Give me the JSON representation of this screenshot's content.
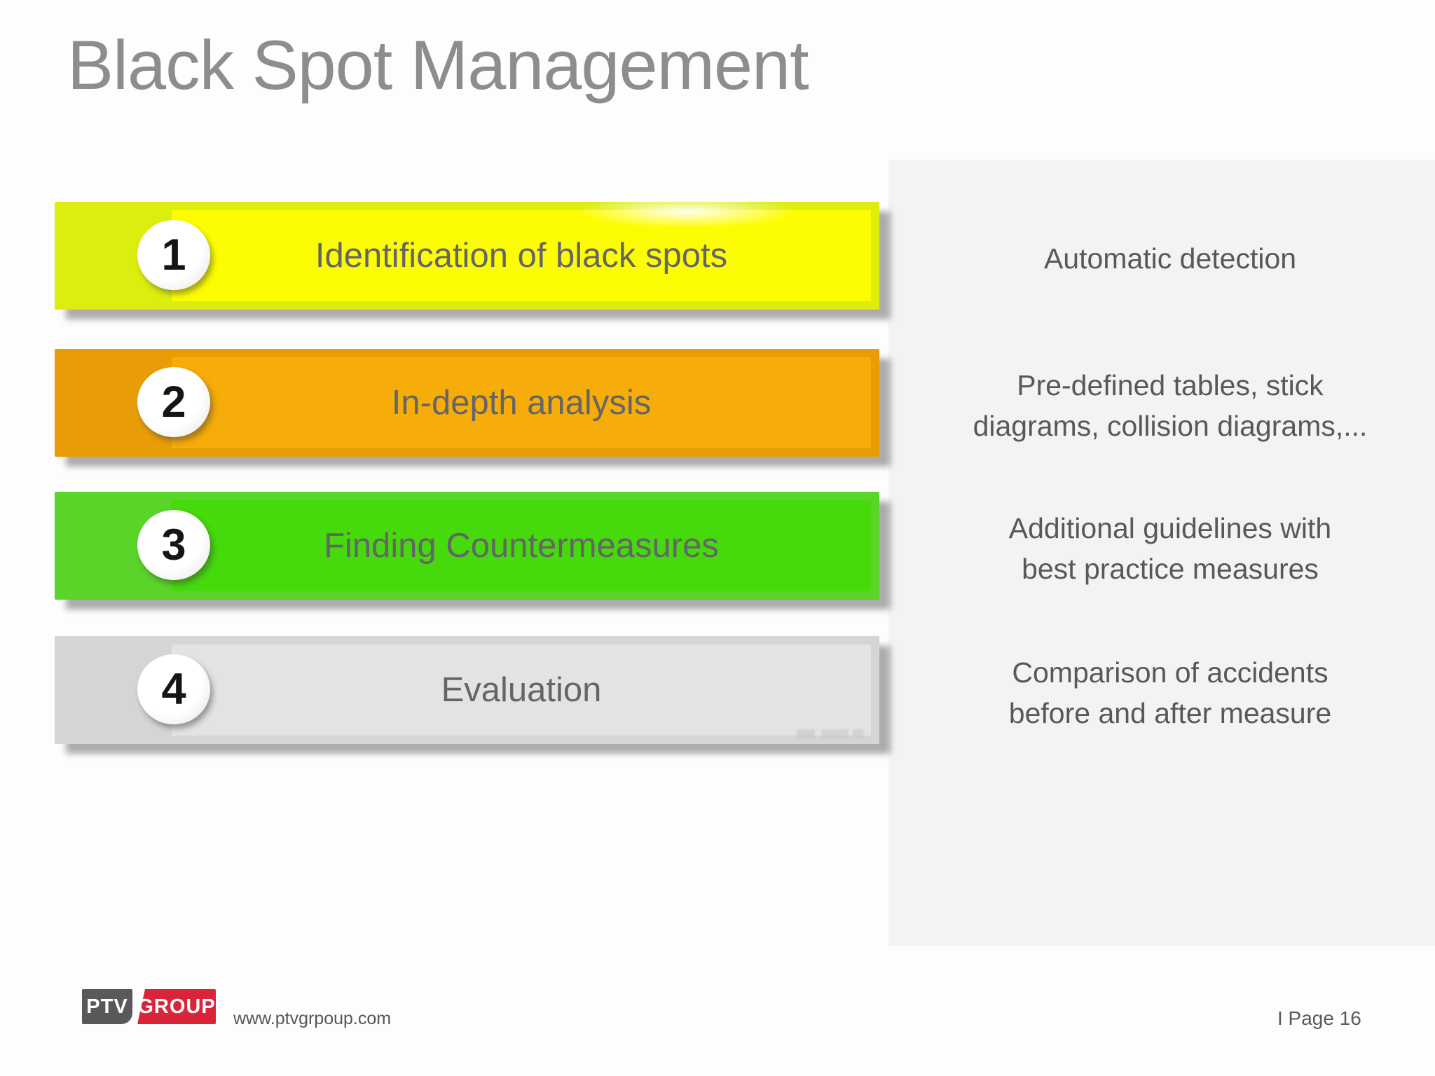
{
  "slide": {
    "title": "Black Spot Management",
    "steps": [
      {
        "number": "1",
        "label": "Identification of black spots",
        "description_lines": [
          "Automatic detection"
        ],
        "color": "#fdfd01",
        "accent": "#dcee0e"
      },
      {
        "number": "2",
        "label": "In-depth analysis",
        "description_lines": [
          "Pre-defined tables, stick",
          "diagrams, collision diagrams,..."
        ],
        "color": "#f6ac09",
        "accent": "#e89d06"
      },
      {
        "number": "3",
        "label": "Finding Countermeasures",
        "description_lines": [
          "Additional guidelines with",
          "best practice measures"
        ],
        "color": "#46d90c",
        "accent": "#5ad428"
      },
      {
        "number": "4",
        "label": "Evaluation",
        "description_lines": [
          "Comparison of accidents",
          "before and after measure"
        ],
        "color": "#e3e3e2",
        "accent": "#d5d5d4"
      }
    ],
    "panel_color": "#f3f3f1",
    "text_colors": {
      "title": "#8c8d8f",
      "bar_label": "#646567",
      "description": "#57585a"
    },
    "footer": {
      "logo_ptv": "PTV",
      "logo_group": "GROUP",
      "logo_gray": "#59595b",
      "logo_red": "#d92439",
      "website": "www.ptvgrpoup.com",
      "page": "I Page 16"
    }
  }
}
